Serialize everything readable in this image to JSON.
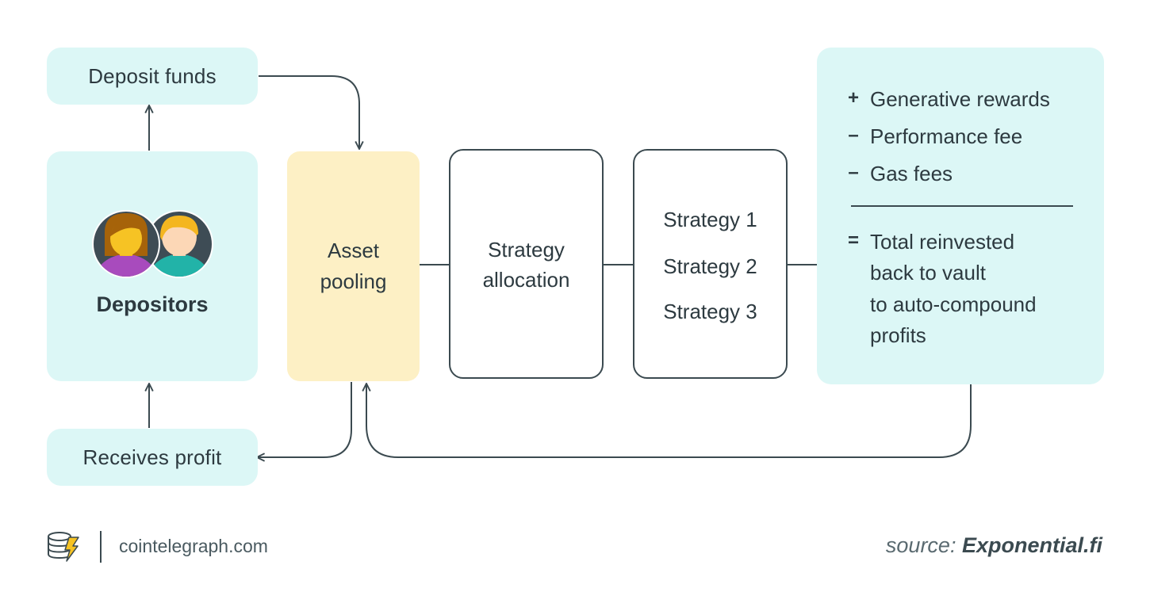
{
  "labels": {
    "deposit_funds": "Deposit funds",
    "depositors": "Depositors",
    "receives_profit": "Receives profit",
    "asset_pooling_1": "Asset",
    "asset_pooling_2": "pooling",
    "strategy_allocation_1": "Strategy",
    "strategy_allocation_2": "allocation"
  },
  "strategies": [
    "Strategy 1",
    "Strategy 2",
    "Strategy 3"
  ],
  "result": {
    "items": [
      {
        "op": "+",
        "text": "Generative rewards"
      },
      {
        "op": "–",
        "text": "Performance fee"
      },
      {
        "op": "–",
        "text": "Gas fees"
      }
    ],
    "total_op": "=",
    "total_lines": [
      "Total reinvested",
      "back to vault",
      "to auto-compound",
      "profits"
    ]
  },
  "footer": {
    "site": "cointelegraph.com",
    "source_prefix": "source:",
    "source_name": "Exponential.fi"
  },
  "colors": {
    "mint": "#dcf7f6",
    "yellow": "#fdf0c5",
    "stroke": "#3b4a50",
    "avatar_purple": "#a84bbd",
    "avatar_teal": "#22b3a8",
    "hair_brown": "#a6630a",
    "hair_yellow": "#f4b620",
    "logo_yellow": "#f6c324"
  },
  "icons": [
    "depositor-avatar-icon",
    "cointelegraph-logo-icon"
  ]
}
